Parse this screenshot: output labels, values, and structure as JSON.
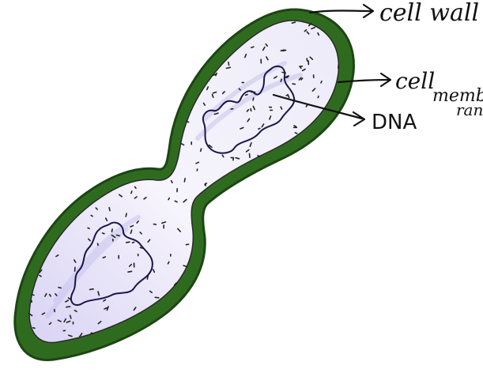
{
  "diagram": {
    "labels": {
      "cell_wall": "cell wall",
      "cell_membrane_top": "cell",
      "cell_membrane_bottom_1": "memb",
      "cell_membrane_bottom_2": "ran",
      "dna": "DNA"
    },
    "colors": {
      "wall": "#2f6b1f",
      "wall_edge": "#1c4514",
      "membrane_outline": "#2a2a2a",
      "cytoplasm": "#f4f2fb",
      "cytoplasm_tint": "#c9c2ec",
      "dna": "#18164a",
      "ribosome_dots": "#222222",
      "annotation": "#111111"
    }
  }
}
